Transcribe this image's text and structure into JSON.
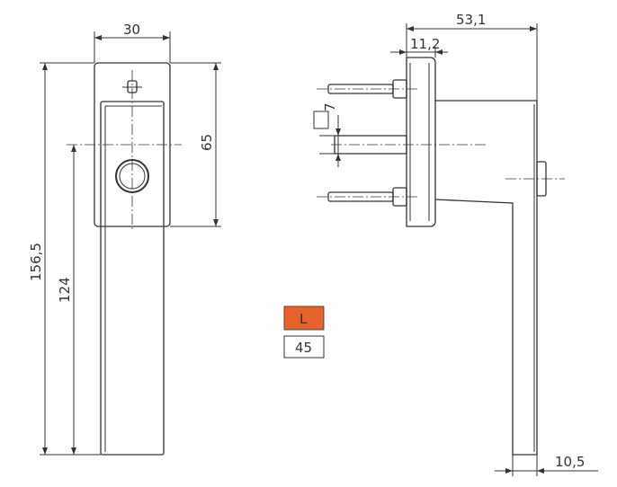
{
  "dimensions": {
    "width_30": "30",
    "height_65": "65",
    "height_156_5": "156,5",
    "height_124": "124",
    "depth_53_1": "53,1",
    "depth_11_2": "11,2",
    "pin_7": "7",
    "offset_10_5": "10,5"
  },
  "badges": {
    "variant_label": "L",
    "variant_color": "#e8622c",
    "pin_length": "45"
  },
  "colors": {
    "line": "#333333",
    "background": "#ffffff"
  }
}
